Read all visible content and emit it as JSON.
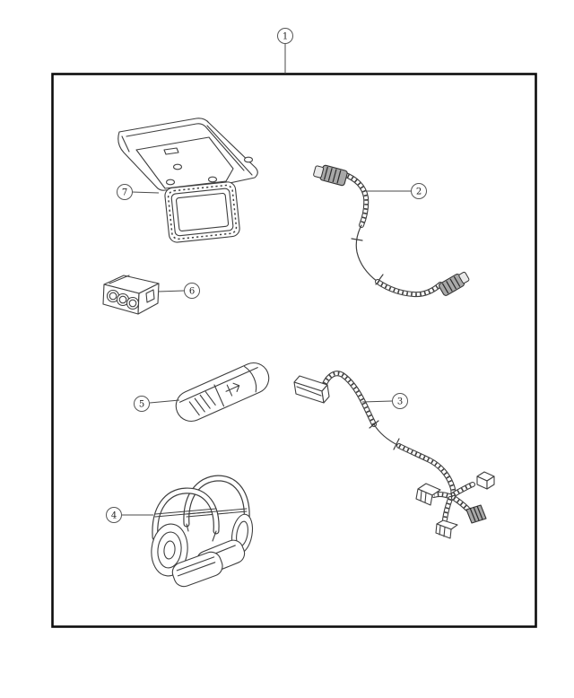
{
  "figure": {
    "type": "exploded-parts-diagram",
    "background_color": "#ffffff",
    "line_color": "#3f3f3f",
    "border_color": "#0d0d0d"
  },
  "callouts": [
    {
      "label": "1",
      "figure": "kit-boundary-box"
    },
    {
      "label": "2",
      "figure": "wiring-harness-two-end"
    },
    {
      "label": "3",
      "figure": "wiring-harness-branched"
    },
    {
      "label": "4",
      "figure": "wireless-headphones-pair"
    },
    {
      "label": "5",
      "figure": "remote-control"
    },
    {
      "label": "6",
      "figure": "av-jack-connector-block"
    },
    {
      "label": "7",
      "figure": "overhead-video-monitor"
    }
  ]
}
